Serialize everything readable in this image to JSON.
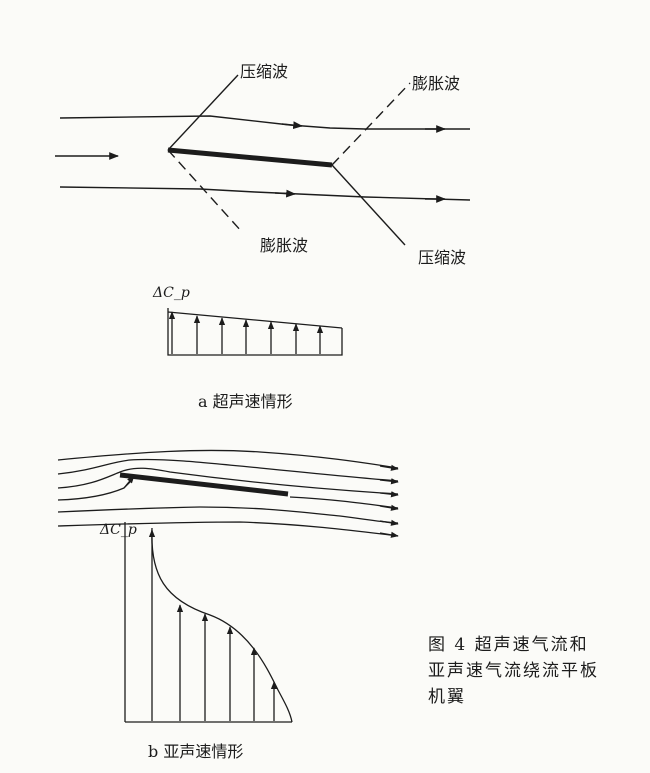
{
  "top_diagram": {
    "compression_wave_upper": "压缩波",
    "expansion_wave_upper": "膨胀波",
    "expansion_wave_lower": "膨胀波",
    "compression_wave_lower": "压缩波",
    "pressure_label": "ΔC_p",
    "subtitle": "a 超声速情形"
  },
  "bottom_diagram": {
    "pressure_label": "ΔC_p",
    "subtitle": "b 亚声速情形"
  },
  "caption": {
    "line1": "图 4  超声速气流和",
    "line2": "亚声速气流绕流平板",
    "line3": "机翼"
  }
}
